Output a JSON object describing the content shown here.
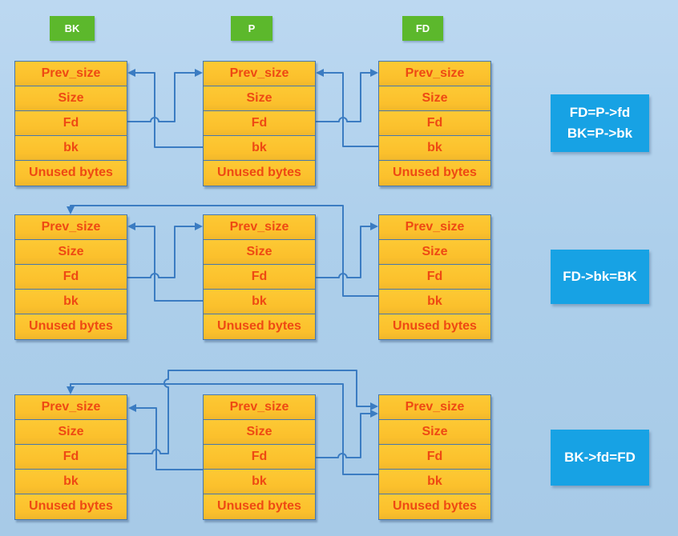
{
  "colors": {
    "bg-top": "#BCD8F1",
    "bg-mid": "#ADCFEB",
    "bg-bottom": "#A7CAE7",
    "cell-fill-top": "#FDC934",
    "cell-fill-mid": "#FBC02C",
    "cell-fill-bottom": "#EFB62C",
    "cell-border": "#4677AD",
    "cell-text": "#EE4913",
    "arrow": "#3B7CC2",
    "pointer-label-bg": "#5CB82C",
    "caption-bg": "#17A2E4",
    "label-text": "#FFFFFF"
  },
  "pointer_labels": [
    "BK",
    "P",
    "FD"
  ],
  "chunk_fields": [
    "Prev_size",
    "Size",
    "Fd",
    "bk",
    "Unused bytes"
  ],
  "steps": [
    {
      "caption_lines": [
        "FD=P->fd",
        "BK=P->bk"
      ],
      "edges": [
        "BK.Fd → P.Prev_size",
        "P.bk → BK.Prev_size",
        "P.Fd → FD.Prev_size",
        "FD.bk → P.Prev_size"
      ]
    },
    {
      "caption_lines": [
        "FD->bk=BK"
      ],
      "edges": [
        "BK.Fd → P.Prev_size",
        "P.bk → BK.Prev_size",
        "P.Fd → FD.Prev_size",
        "FD.bk → BK.Prev_size"
      ]
    },
    {
      "caption_lines": [
        "BK->fd=FD"
      ],
      "edges": [
        "BK.Fd → FD.Prev_size",
        "P.bk → BK.Prev_size",
        "P.Fd → FD.Prev_size",
        "FD.bk → BK.Prev_size"
      ]
    }
  ]
}
